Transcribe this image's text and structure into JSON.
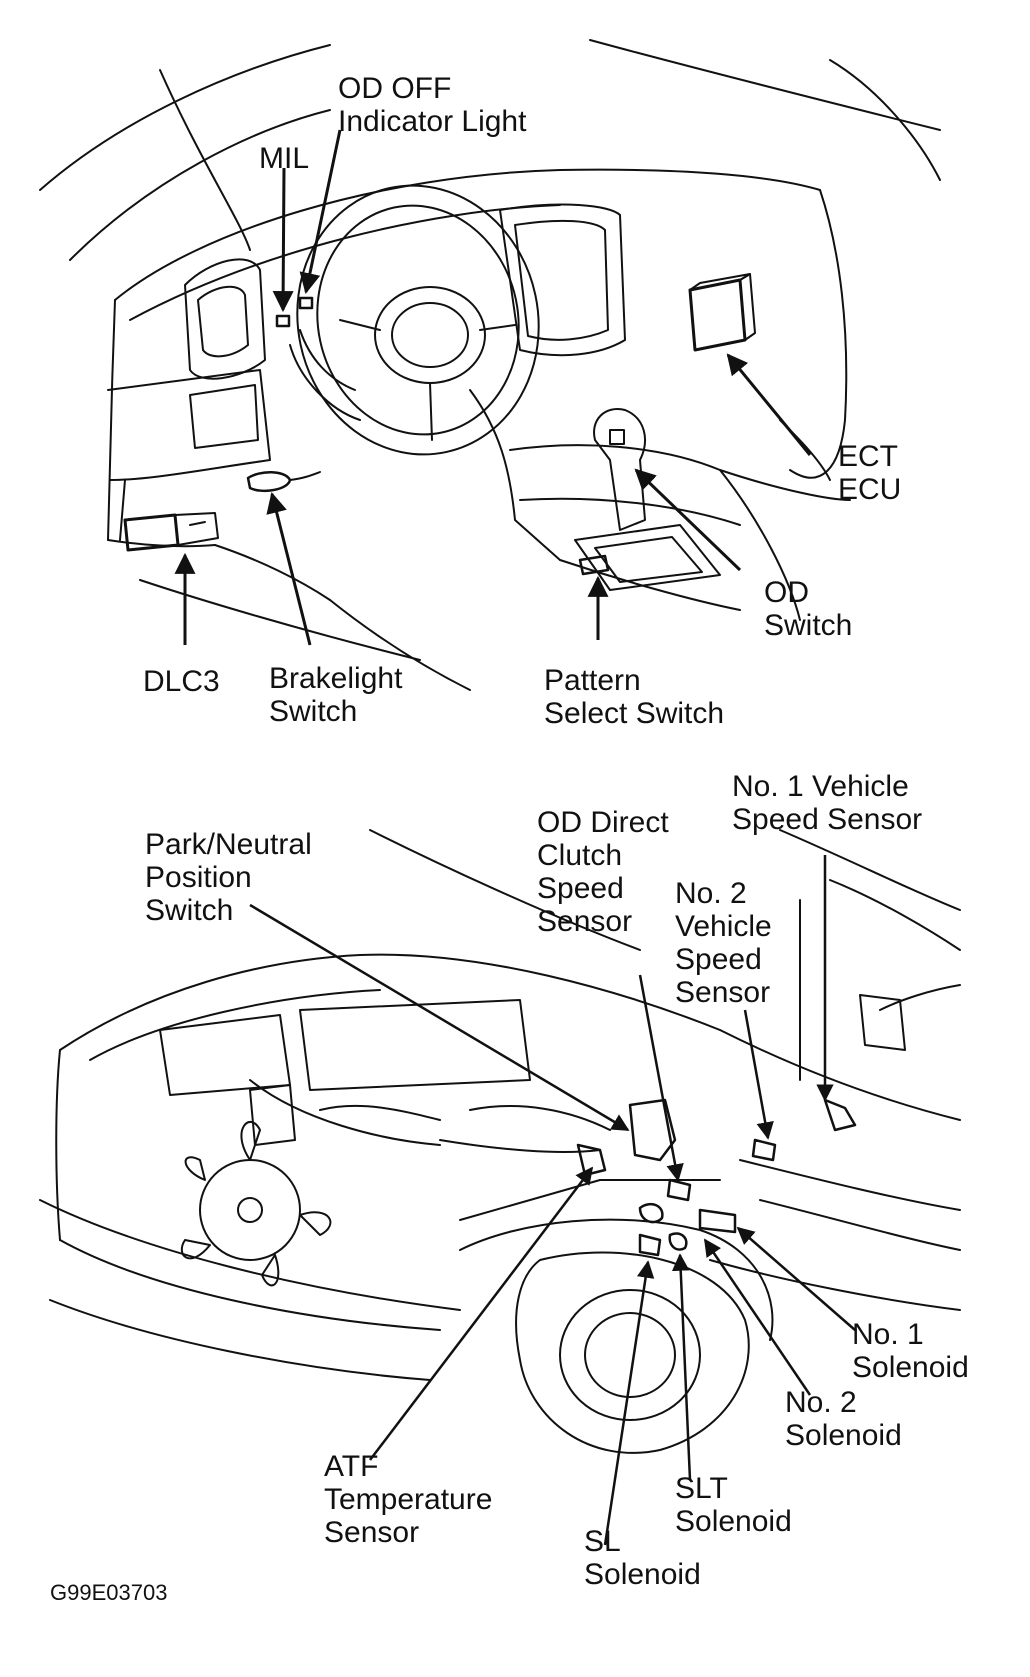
{
  "dashboard": {
    "labels": {
      "od_off_indicator": [
        "OD OFF",
        "Indicator Light"
      ],
      "mil": [
        "MIL"
      ],
      "ect_ecu": [
        "ECT",
        "ECU"
      ],
      "od_switch": [
        "OD",
        "Switch"
      ],
      "dlc3": [
        "DLC3"
      ],
      "brakelight_switch": [
        "Brakelight",
        "Switch"
      ],
      "pattern_select_switch": [
        "Pattern",
        "Select Switch"
      ]
    }
  },
  "engine_bay": {
    "labels": {
      "park_neutral_switch": [
        "Park/Neutral",
        "Position",
        "Switch"
      ],
      "od_direct_clutch_sensor": [
        "OD Direct",
        "Clutch",
        "Speed",
        "Sensor"
      ],
      "no2_vehicle_speed_sensor": [
        "No. 2",
        "Vehicle",
        "Speed",
        "Sensor"
      ],
      "no1_vehicle_speed_sensor": [
        "No. 1 Vehicle",
        "Speed Sensor"
      ],
      "no1_solenoid": [
        "No. 1",
        "Solenoid"
      ],
      "no2_solenoid": [
        "No. 2",
        "Solenoid"
      ],
      "slt_solenoid": [
        "SLT",
        "Solenoid"
      ],
      "sl_solenoid": [
        "SL",
        "Solenoid"
      ],
      "atf_temp_sensor": [
        "ATF",
        "Temperature",
        "Sensor"
      ]
    }
  },
  "figure_code": "G99E03703",
  "colors": {
    "ink": "#111111",
    "paper": "#ffffff"
  }
}
